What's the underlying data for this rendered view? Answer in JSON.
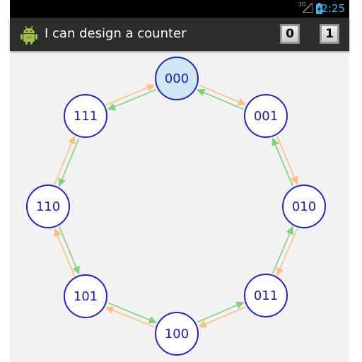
{
  "status_bar": {
    "network": "3G",
    "time": "2:25",
    "accent_color": "#33b5e5"
  },
  "action_bar": {
    "title": "I can design a counter",
    "app_icon": "android-icon",
    "buttons": [
      {
        "label": "0"
      },
      {
        "label": "1"
      }
    ]
  },
  "counter": {
    "current_state": "000",
    "states": [
      "000",
      "001",
      "010",
      "011",
      "100",
      "101",
      "110",
      "111"
    ],
    "transitions_on_1_color": "#ffbf80",
    "transitions_on_0_color": "#7fd07f",
    "node_border_color": "#2222dd",
    "active_fill_color": "#cfe6f3"
  }
}
